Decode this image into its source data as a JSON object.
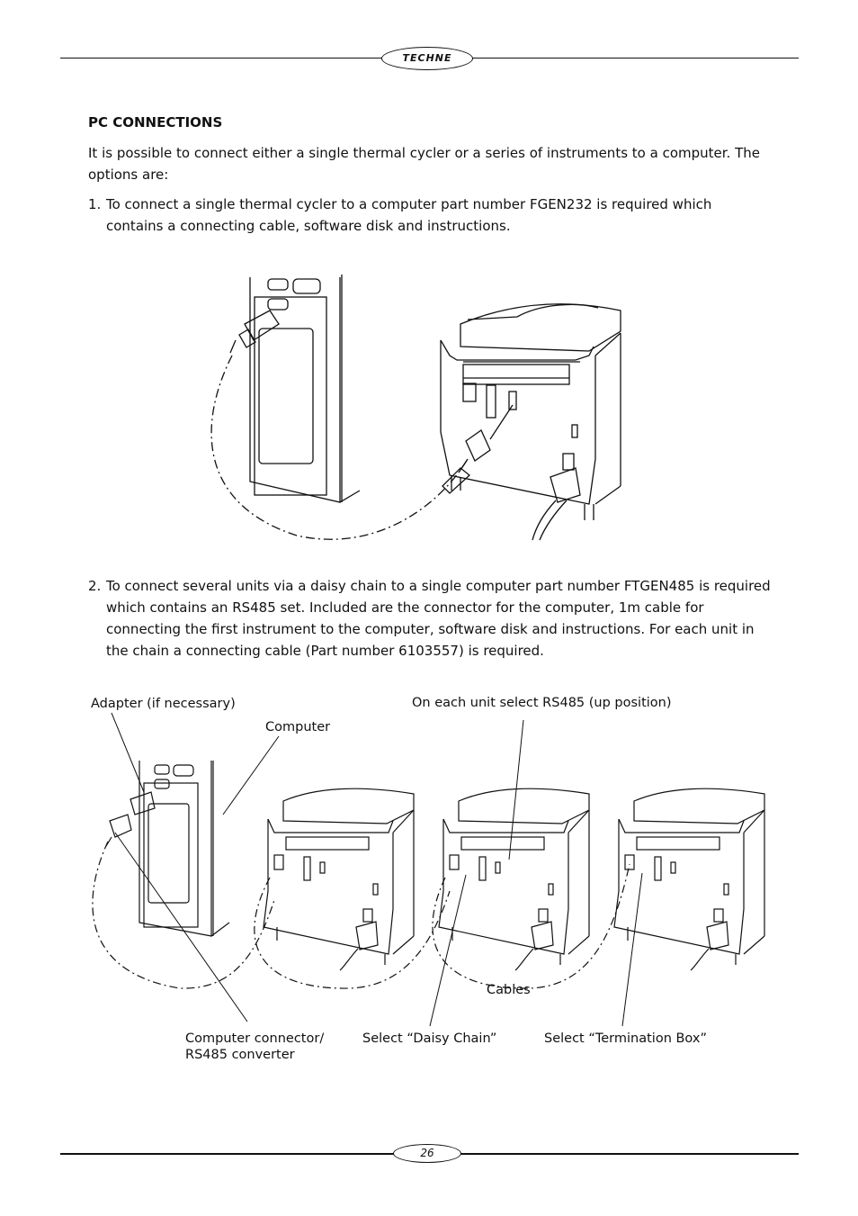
{
  "header": {
    "logo_text": "TECHNE"
  },
  "section": {
    "heading": "PC CONNECTIONS",
    "intro": "It is possible to connect either a single thermal cycler or a series of instruments to a computer. The options are:",
    "options": [
      {
        "number": "1.",
        "text": "To connect a single thermal cycler to a computer part number FGEN232 is required which contains a connecting cable, software disk and instructions."
      },
      {
        "number": "2.",
        "text": "To connect several units via a daisy chain to a single computer part number FTGEN485 is required which contains an RS485 set. Included are the connector for the computer, 1m cable for connecting the first instrument to the computer, software disk and instructions. For each unit in the chain a connecting cable (Part number 6103557) is required."
      }
    ]
  },
  "diagram2_labels": {
    "adapter": "Adapter (if necessary)",
    "computer": "Computer",
    "rs485_select": "On each unit select RS485 (up position)",
    "cables": "Cables",
    "connector_line1": "Computer connector/",
    "connector_line2": "RS485 converter",
    "daisy_chain": "Select “Daisy Chain”",
    "termination": "Select “Termination Box”"
  },
  "footer": {
    "page_number": "26"
  }
}
